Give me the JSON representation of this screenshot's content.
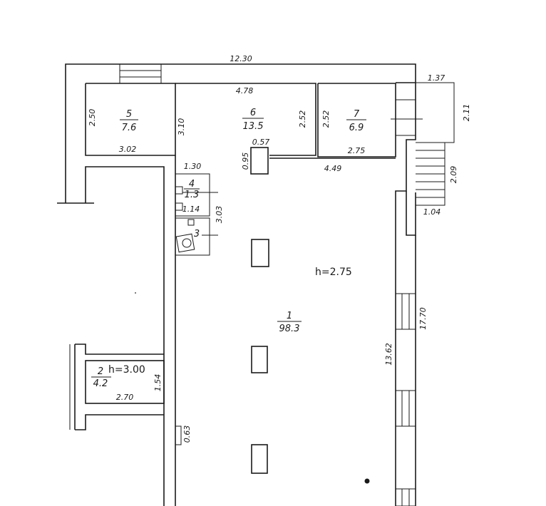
{
  "floor_plan": {
    "rooms": [
      {
        "number": "1",
        "area": "98.3",
        "height": "h=2.75"
      },
      {
        "number": "2",
        "area": "4.2",
        "height": "h=3.00"
      },
      {
        "number": "3",
        "area": ""
      },
      {
        "number": "4",
        "area": "1.3"
      },
      {
        "number": "5",
        "area": "7.6"
      },
      {
        "number": "6",
        "area": "13.5"
      },
      {
        "number": "7",
        "area": "6.9"
      }
    ],
    "dimensions": {
      "top_total": "12.30",
      "room6_top": "4.78",
      "porch_top": "1.37",
      "porch_right": "2.11",
      "room5_left": "2.50",
      "room5_inner": "3.10",
      "room5_bottom": "3.02",
      "room6_right": "2.52",
      "room7_left": "2.52",
      "room7_bottom": "2.75",
      "niche_w": "0.57",
      "niche_h": "0.95",
      "partition": "4.49",
      "stair_h": "2.09",
      "stair_w": "1.04",
      "wc_top": "1.30",
      "wc_inner": "1.14",
      "wc_right": "3.03",
      "hall_right_outer": "17.70",
      "hall_right_inner": "13.62",
      "room2_w": "2.70",
      "room2_h": "1.54",
      "door_w": "0.63"
    }
  }
}
